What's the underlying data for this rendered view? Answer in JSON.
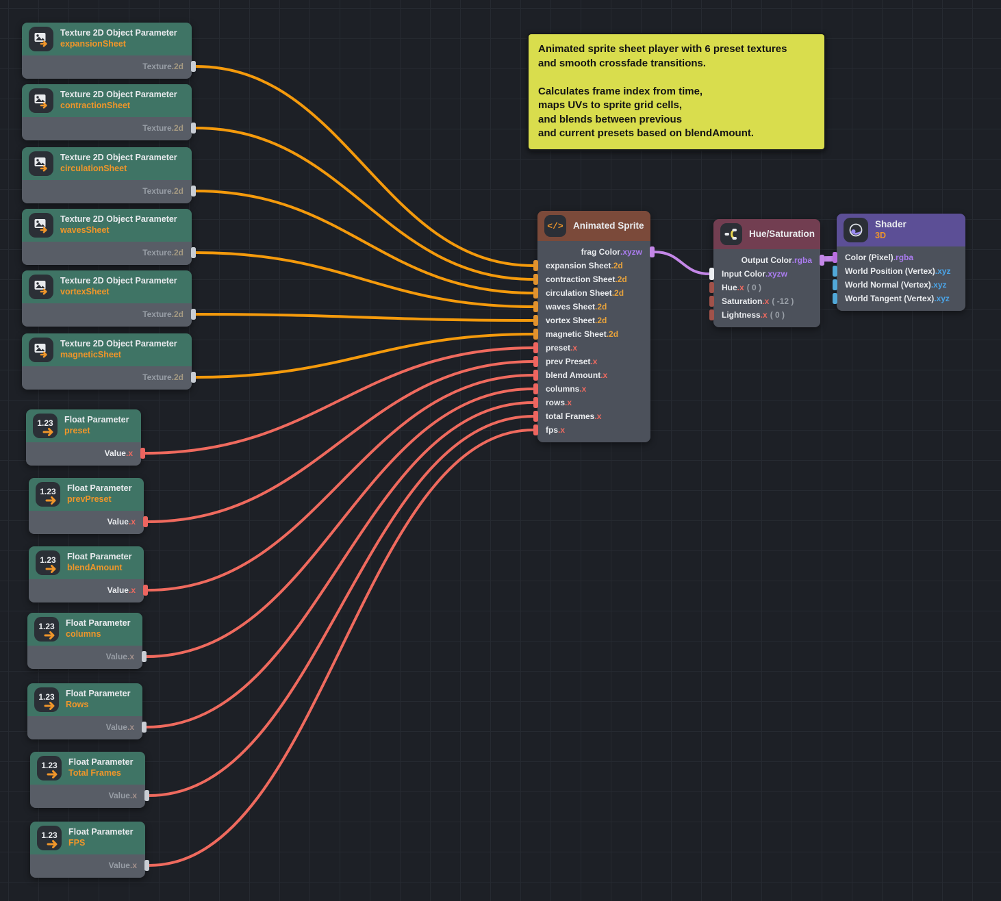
{
  "comment_text": "Animated sprite sheet player with 6 preset textures\nand smooth crossfade transitions.\n\nCalculates frame index from time,\nmaps UVs to sprite grid cells,\nand blends between previous\nand current presets based on blendAmount.",
  "icons": {
    "float_icon_label": "1.23",
    "code_icon_label": "</>"
  },
  "nodes": {
    "textures": [
      {
        "title": "Texture 2D Object Parameter",
        "name": "expansionSheet",
        "port_label": "Texture",
        "port_suffix": ".2d"
      },
      {
        "title": "Texture 2D Object Parameter",
        "name": "contractionSheet",
        "port_label": "Texture",
        "port_suffix": ".2d"
      },
      {
        "title": "Texture 2D Object Parameter",
        "name": "circulationSheet",
        "port_label": "Texture",
        "port_suffix": ".2d"
      },
      {
        "title": "Texture 2D Object Parameter",
        "name": "wavesSheet",
        "port_label": "Texture",
        "port_suffix": ".2d"
      },
      {
        "title": "Texture 2D Object Parameter",
        "name": "vortexSheet",
        "port_label": "Texture",
        "port_suffix": ".2d"
      },
      {
        "title": "Texture 2D Object Parameter",
        "name": "magneticSheet",
        "port_label": "Texture",
        "port_suffix": ".2d"
      }
    ],
    "floats": [
      {
        "title": "Float Parameter",
        "name": "preset",
        "port_label": "Value",
        "port_suffix": ".x"
      },
      {
        "title": "Float Parameter",
        "name": "prevPreset",
        "port_label": "Value",
        "port_suffix": ".x"
      },
      {
        "title": "Float Parameter",
        "name": "blendAmount",
        "port_label": "Value",
        "port_suffix": ".x"
      },
      {
        "title": "Float Parameter",
        "name": "columns",
        "port_label": "Value",
        "port_suffix": ".x"
      },
      {
        "title": "Float Parameter",
        "name": "Rows",
        "port_label": "Value",
        "port_suffix": ".x"
      },
      {
        "title": "Float Parameter",
        "name": "Total Frames",
        "port_label": "Value",
        "port_suffix": ".x"
      },
      {
        "title": "Float Parameter",
        "name": "FPS",
        "port_label": "Value",
        "port_suffix": ".x"
      }
    ],
    "animated_sprite": {
      "title": "Animated Sprite",
      "output": {
        "label": "frag Color",
        "suffix": ".xyzw"
      },
      "inputs": [
        {
          "label": "expansion Sheet",
          "suffix": ".2d"
        },
        {
          "label": "contraction Sheet",
          "suffix": ".2d"
        },
        {
          "label": "circulation Sheet",
          "suffix": ".2d"
        },
        {
          "label": "waves Sheet",
          "suffix": ".2d"
        },
        {
          "label": "vortex Sheet",
          "suffix": ".2d"
        },
        {
          "label": "magnetic Sheet",
          "suffix": ".2d"
        },
        {
          "label": "preset",
          "suffix": ".x"
        },
        {
          "label": "prev Preset",
          "suffix": ".x"
        },
        {
          "label": "blend Amount",
          "suffix": ".x"
        },
        {
          "label": "columns",
          "suffix": ".x"
        },
        {
          "label": "rows",
          "suffix": ".x"
        },
        {
          "label": "total Frames",
          "suffix": ".x"
        },
        {
          "label": "fps",
          "suffix": ".x"
        }
      ]
    },
    "hue_saturation": {
      "title": "Hue/Saturation",
      "output": {
        "label": "Output Color",
        "suffix": ".rgba"
      },
      "inputs": [
        {
          "label": "Input Color",
          "suffix": ".xyzw",
          "value": ""
        },
        {
          "label": "Hue",
          "suffix": ".x",
          "value": "( 0 )"
        },
        {
          "label": "Saturation",
          "suffix": ".x",
          "value": "( -12 )"
        },
        {
          "label": "Lightness",
          "suffix": ".x",
          "value": "( 0 )"
        }
      ]
    },
    "shader": {
      "title": "Shader",
      "subtitle": "3D",
      "inputs": [
        {
          "label": "Color (Pixel)",
          "suffix": ".rgba"
        },
        {
          "label": "World Position (Vertex)",
          "suffix": ".xyz"
        },
        {
          "label": "World Normal (Vertex)",
          "suffix": ".xyz"
        },
        {
          "label": "World Tangent (Vertex)",
          "suffix": ".xyz"
        }
      ]
    }
  },
  "colors": {
    "wire_texture": "#f49a0c",
    "wire_float": "#ef6a5e",
    "wire_color": "#c487e8",
    "header_param": "#3f7465",
    "header_sprite": "#7b4a3a",
    "header_hue": "#723e51",
    "header_shader": "#5c4f96",
    "comment_bg": "#d9dd4d"
  },
  "wires": [
    {
      "from": "t0-out",
      "to": "as-in-0",
      "color": "#f49a0c"
    },
    {
      "from": "t1-out",
      "to": "as-in-1",
      "color": "#f49a0c"
    },
    {
      "from": "t2-out",
      "to": "as-in-2",
      "color": "#f49a0c"
    },
    {
      "from": "t3-out",
      "to": "as-in-3",
      "color": "#f49a0c"
    },
    {
      "from": "t4-out",
      "to": "as-in-4",
      "color": "#f49a0c"
    },
    {
      "from": "t5-out",
      "to": "as-in-5",
      "color": "#f49a0c"
    },
    {
      "from": "f0-out",
      "to": "as-in-6",
      "color": "#ef6a5e"
    },
    {
      "from": "f1-out",
      "to": "as-in-7",
      "color": "#ef6a5e"
    },
    {
      "from": "f2-out",
      "to": "as-in-8",
      "color": "#ef6a5e"
    },
    {
      "from": "f3-out",
      "to": "as-in-9",
      "color": "#ef6a5e"
    },
    {
      "from": "f4-out",
      "to": "as-in-10",
      "color": "#ef6a5e"
    },
    {
      "from": "f5-out",
      "to": "as-in-11",
      "color": "#ef6a5e"
    },
    {
      "from": "f6-out",
      "to": "as-in-12",
      "color": "#ef6a5e"
    },
    {
      "from": "as-out",
      "to": "hue-in-0",
      "color": "#c487e8"
    },
    {
      "from": "hue-out",
      "to": "sh-in-0",
      "color": "#c487e8"
    }
  ]
}
